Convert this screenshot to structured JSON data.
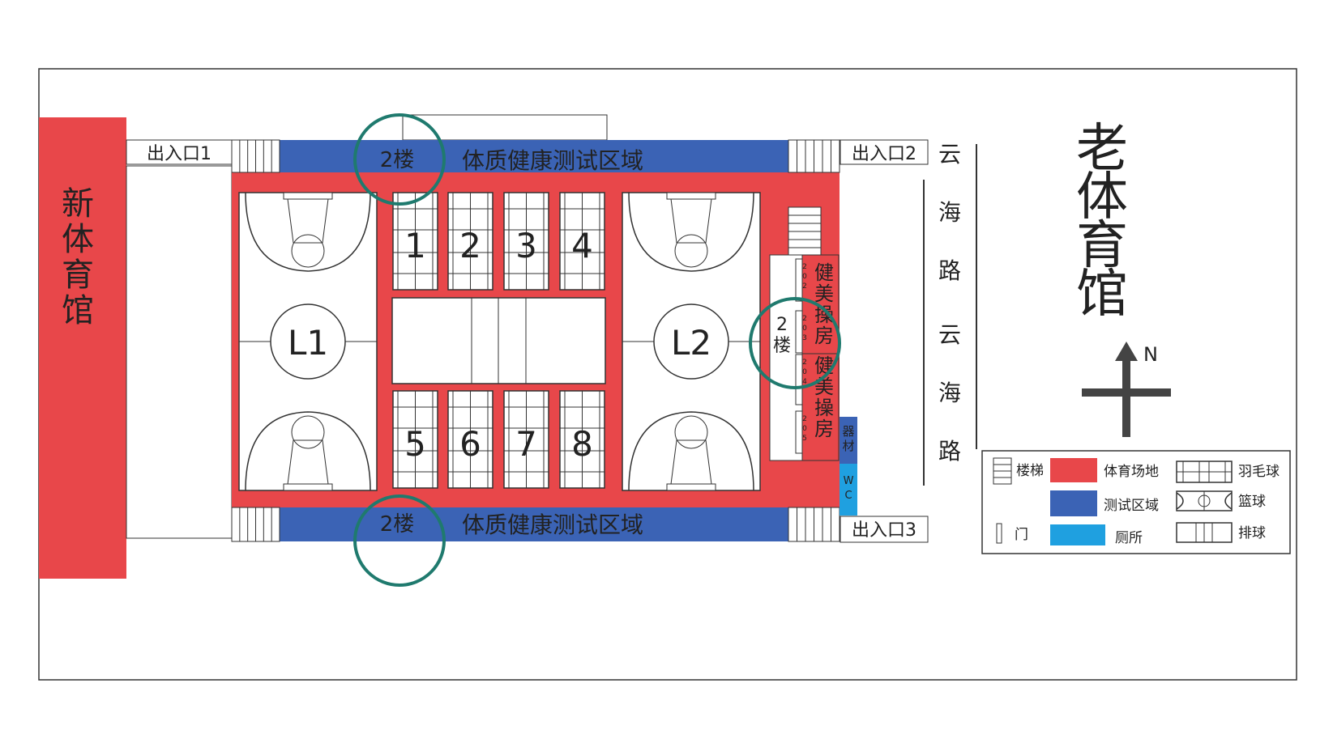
{
  "buildings": {
    "new_gym": "新体育馆",
    "old_gym": "老体育馆"
  },
  "entrances": [
    "出入口1",
    "出入口2",
    "出入口3"
  ],
  "test_area": {
    "floor": "2楼",
    "label": "体质健康测试区域"
  },
  "courts": {
    "basketball": [
      "L1",
      "L2"
    ],
    "badminton": [
      "1",
      "2",
      "3",
      "4",
      "5",
      "6",
      "7",
      "8"
    ]
  },
  "east_wing": {
    "floor": "2楼",
    "rooms": [
      {
        "number": "202",
        "name": "健美操房"
      },
      {
        "number": "203",
        "name": ""
      },
      {
        "number": "204",
        "name": "健美操房"
      },
      {
        "number": "205",
        "name": ""
      }
    ],
    "equipment": "器材",
    "wc": "WC"
  },
  "road": {
    "near": "云海路",
    "far": "云海路"
  },
  "compass": "N",
  "legend": {
    "items": [
      {
        "label": "楼梯",
        "swatch": "stairs"
      },
      {
        "label": "体育场地",
        "swatch": "sports-field"
      },
      {
        "label": "羽毛球",
        "swatch": "badminton"
      },
      {
        "label": "测试区域",
        "swatch": "test-area"
      },
      {
        "label": "篮球",
        "swatch": "basketball"
      },
      {
        "label": "门",
        "swatch": "door"
      },
      {
        "label": "厕所",
        "swatch": "toilet"
      },
      {
        "label": "排球",
        "swatch": "volleyball"
      }
    ]
  },
  "colors": {
    "sports_field": "#e8474a",
    "test_area": "#3b63b5",
    "toilet": "#1fa0e0",
    "highlight_ring": "#1f7a6e",
    "line": "#333333"
  }
}
